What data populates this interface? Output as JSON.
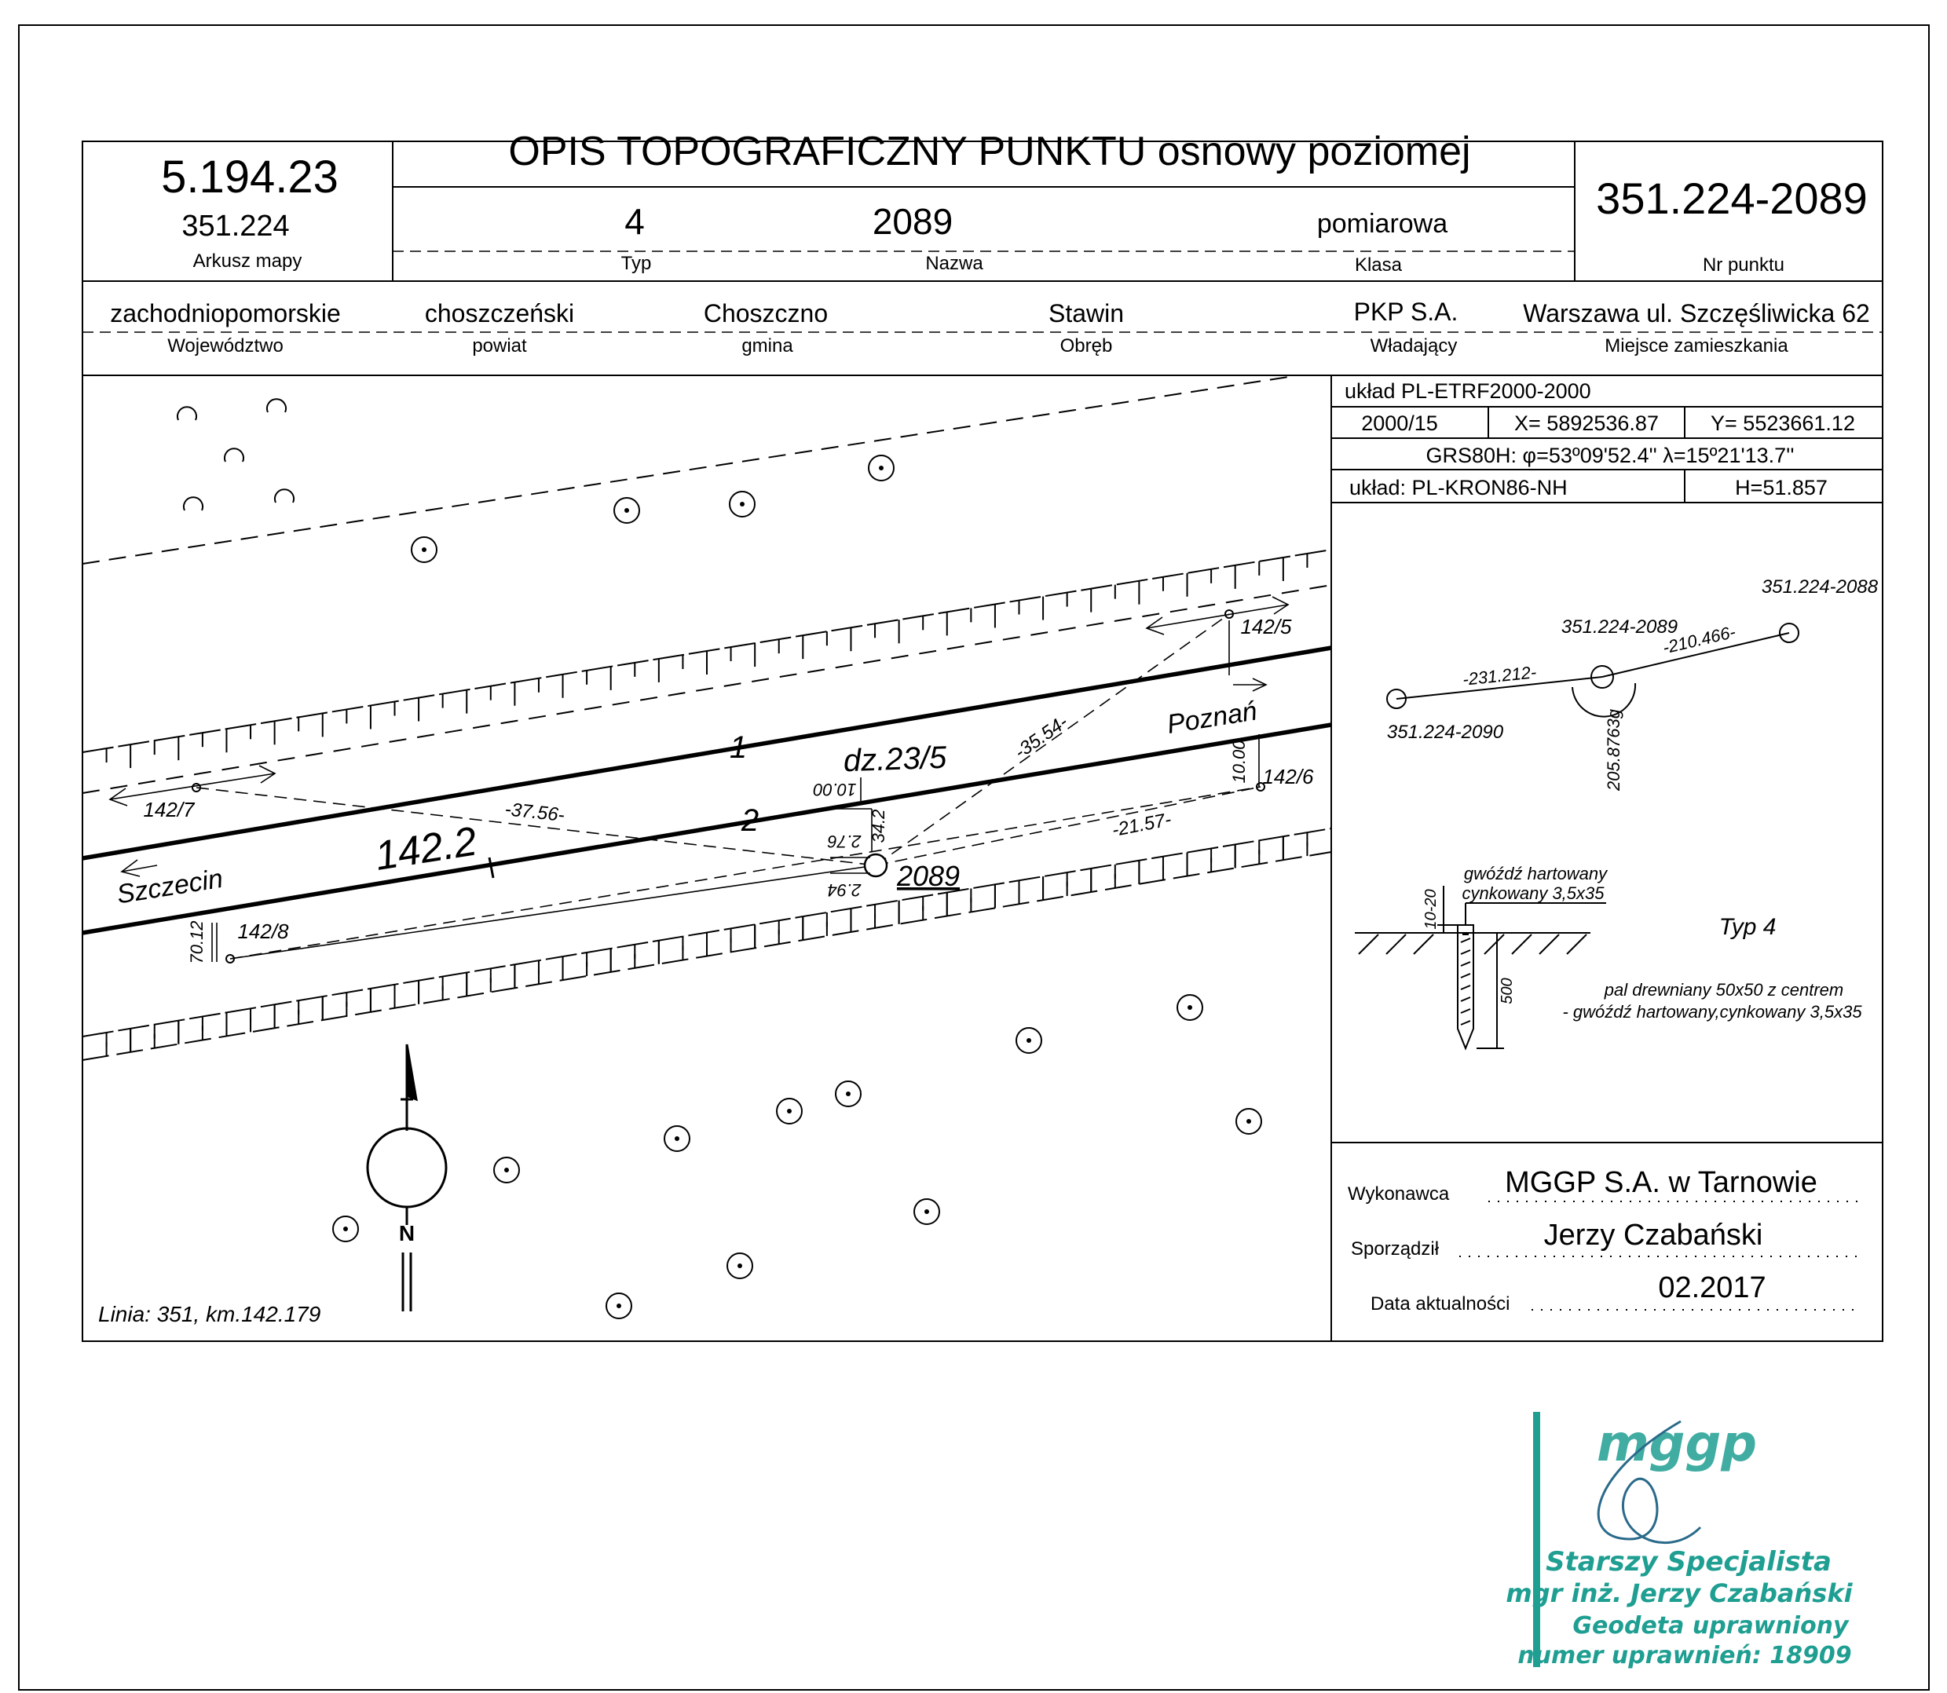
{
  "header": {
    "title": "OPIS TOPOGRAFICZNY PUNKTU osnowy poziomej",
    "sheet_code": "5.194.23",
    "map_sheet": "351.224",
    "map_sheet_label": "Arkusz mapy",
    "type_value": "4",
    "type_label": "Typ",
    "name_value": "2089",
    "name_label": "Nazwa",
    "class_value": "pomiarowa",
    "class_label": "Klasa",
    "point_number": "351.224-2089",
    "point_number_label": "Nr punktu"
  },
  "location": {
    "voivodeship": "zachodniopomorskie",
    "voivodeship_label": "Województwo",
    "county": "choszczeński",
    "county_label": "powiat",
    "commune": "Choszczno",
    "commune_label": "gmina",
    "precinct": "Stawin",
    "precinct_label": "Obręb",
    "owner": "PKP S.A.",
    "owner_label": "Władający",
    "residence": "Warszawa ul. Szczęśliwicka 62",
    "residence_label": "Miejsce zamieszkania"
  },
  "coordinates": {
    "system": "układ PL-ETRF2000-2000",
    "zone": "2000/15",
    "x": "X= 5892536.87",
    "y": "Y= 5523661.12",
    "grs": "GRS80H: φ=53º09'52.4'' λ=15º21'13.7''",
    "height_system": "układ: PL-KRON86-NH",
    "height": "H=51.857"
  },
  "sketch": {
    "dz": "dz.23/5",
    "km": "142.2",
    "track1": "1",
    "track2": "2",
    "point": "2089",
    "szczecin": "Szczecin",
    "poznan": "Poznań",
    "p1427": "142/7",
    "p1428": "142/8",
    "p1425": "142/5",
    "p1426": "142/6",
    "d3756": "-37.56-",
    "d3554": "-35.54-",
    "d2157": "-21.57-",
    "d1000a": "10.00",
    "d1000b": "10.00",
    "d7012": "70.12",
    "d342": "34.2",
    "d276": "2.76",
    "d294": "2.94",
    "north": "N",
    "line": "Linia: 351, km.142.179"
  },
  "neighbours": {
    "p2088": "351.224-2088",
    "p2089": "351.224-2089",
    "p2090": "351.224-2090",
    "d1": "-231.212-",
    "d2": "-210.466-",
    "angle": "205.8763g"
  },
  "marker": {
    "nail": "gwóźdź hartowany",
    "nail2": "cynkowany 3,5x35",
    "dim1020": "10-20",
    "dim500": "500",
    "type": "Typ 4",
    "desc1": "pal drewniany 50x50 z centrem",
    "desc2": "- gwóźdź hartowany,cynkowany 3,5x35"
  },
  "footer": {
    "contractor_label": "Wykonawca",
    "contractor": "MGGP S.A.  w Tarnowie",
    "prepared_label": "Sporządził",
    "prepared": "Jerzy Czabański",
    "date_label": "Data aktualności",
    "date": "02.2017"
  },
  "stamp": {
    "logo": "mggp",
    "role": "Starszy Specjalista",
    "person": "mgr inż. Jerzy Czabański",
    "license": "Geodeta uprawniony",
    "license_no": "numer uprawnień: 18909",
    "color": "#1f9e92"
  }
}
